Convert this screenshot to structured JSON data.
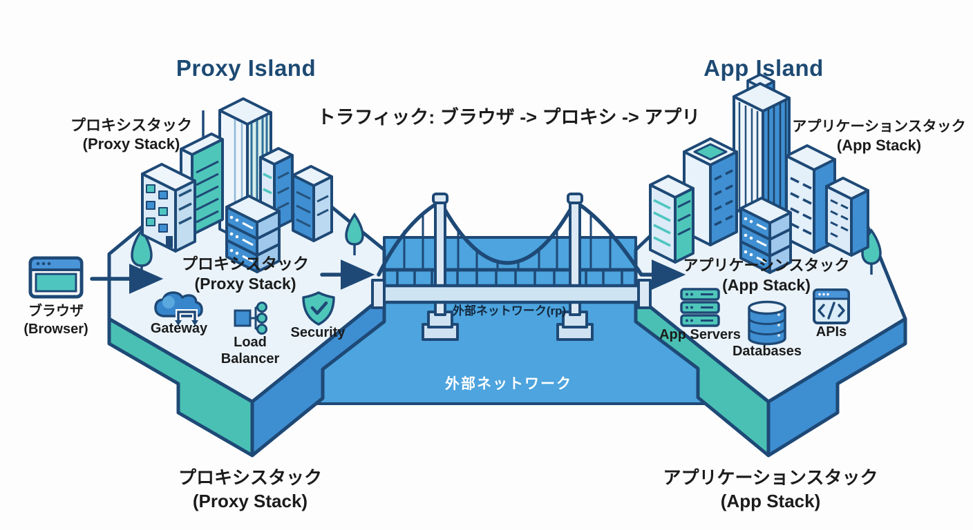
{
  "traffic_note": "トラフィック: ブラウザ -> プロキシ -> アプリ",
  "browser": {
    "icon": "browser-window-icon",
    "label_jp": "ブラウザ",
    "label_en": "(Browser)"
  },
  "proxy_island": {
    "title": "Proxy Island",
    "outer_label_jp": "プロキシスタック",
    "outer_label_en": "(Proxy Stack)",
    "inner_label_jp": "プロキシスタック",
    "inner_label_en": "(Proxy Stack)",
    "bottom_label_jp": "プロキシスタック",
    "bottom_label_en": "(Proxy Stack)",
    "components": {
      "gateway": {
        "label": "Gateway",
        "icon": "cloud-gateway-icon"
      },
      "load_balancer": {
        "label_line1": "Load",
        "label_line2": "Balancer",
        "icon": "load-balancer-icon"
      },
      "security": {
        "label": "Security",
        "icon": "shield-check-icon"
      }
    }
  },
  "app_island": {
    "title": "App Island",
    "outer_label_jp": "アプリケーションスタック",
    "outer_label_en": "(App Stack)",
    "inner_label_jp": "アプリケーシンスタック",
    "inner_label_en": "(App Stack)",
    "bottom_label_jp": "アプリケーションスタック",
    "bottom_label_en": "(App Stack)",
    "components": {
      "app_servers": {
        "label": "App Servers",
        "icon": "server-stack-icon"
      },
      "databases": {
        "label": "Databases",
        "icon": "database-icon"
      },
      "apis": {
        "label": "APIs",
        "icon": "code-window-icon"
      }
    }
  },
  "bridge": {
    "label": "外部ネットワーク(rp)"
  },
  "water": {
    "label": "外部ネットワーク"
  },
  "colors": {
    "outline_navy": "#1e4976",
    "title_navy": "#1d4a73",
    "text_black": "#1b1b1b",
    "teal": "#4fc6ba",
    "blue": "#3f8fd2",
    "water_blue": "#4da4de",
    "island_top": "#eaf3fa"
  }
}
